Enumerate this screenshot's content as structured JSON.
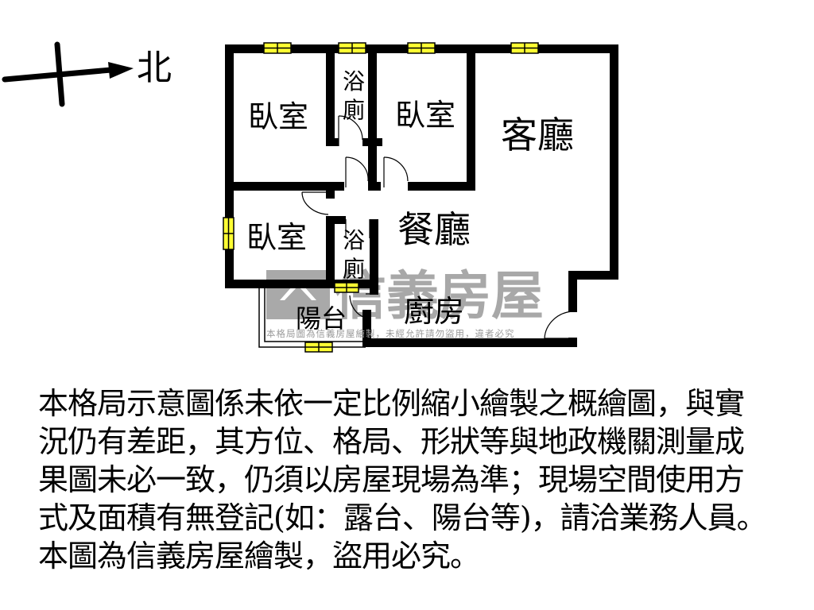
{
  "compass": {
    "direction_label": "北",
    "icon": "north-arrow-icon"
  },
  "floor_plan": {
    "rooms": [
      {
        "id": "bedroom-1",
        "label": "臥室"
      },
      {
        "id": "bathroom-1",
        "label_line1": "浴",
        "label_line2": "廁"
      },
      {
        "id": "bedroom-2",
        "label": "臥室"
      },
      {
        "id": "living-room",
        "label": "客廳"
      },
      {
        "id": "bedroom-3",
        "label": "臥室"
      },
      {
        "id": "bathroom-2",
        "label_line1": "浴",
        "label_line2": "廁"
      },
      {
        "id": "dining-room",
        "label": "餐廳"
      },
      {
        "id": "balcony",
        "label": "陽台"
      },
      {
        "id": "kitchen",
        "label": "廚房"
      }
    ],
    "colors": {
      "wall": "#000000",
      "window": "#ffff33",
      "watermark": "#9a9a9a"
    }
  },
  "watermark": {
    "brand": "信義房屋",
    "notice": "本格局圖為信義房屋繪製，未經允許請勿盜用，違者必究"
  },
  "disclaimer": {
    "lines": [
      "本格局示意圖係未依一定比例縮小繪製之概繪圖，與實",
      "況仍有差距，其方位、格局、形狀等與地政機關測量成",
      "果圖未必一致，仍須以房屋現場為準；現場空間使用方",
      "式及面積有無登記(如：露台、陽台等)，請洽業務人員。",
      "本圖為信義房屋繪製，盜用必究。"
    ]
  }
}
